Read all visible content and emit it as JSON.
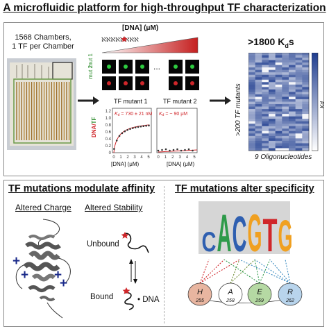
{
  "title": "A microfluidic platform for high-throughput TF characterization",
  "chip": {
    "line1": "1568 Chambers,",
    "line2": "1 TF per Chamber"
  },
  "dna_gradient_label": "[DNA] (μM)",
  "row_labels": {
    "mut1": "mut 1",
    "mut2": "mut 2"
  },
  "ellipsis": "...",
  "plot1": {
    "title": "TF mutant 1",
    "kd": "730 ± 21 nM",
    "xlabel": "[DNA] (μM)",
    "ylabel": "DNA/TF",
    "yticks": [
      "0",
      "0.2",
      "0.4",
      "0.6",
      "0.8",
      "1.0",
      "1.2"
    ],
    "xticks": [
      "0",
      "1",
      "2",
      "3",
      "4",
      "5"
    ]
  },
  "plot2": {
    "title": "TF mutant 2",
    "kd": "~ 90 μM",
    "xlabel": "[DNA] (μM)",
    "xticks": [
      "0",
      "1",
      "2",
      "3",
      "4",
      "5"
    ]
  },
  "kd_symbol": "K",
  "kd_sub": "d",
  "heatmap": {
    "title_prefix": ">1800 K",
    "title_sub": "d",
    "title_suffix": "s",
    "ylabel": ">200 TF mutants",
    "xlabel": "9 Oligonucleotides",
    "colorbar_label": "Kd",
    "colors": {
      "low": "#ffffff",
      "high": "#1f3d8f"
    }
  },
  "left_section": {
    "title": "TF mutations modulate affinity",
    "charge": "Altered Charge",
    "stability": "Altered Stability",
    "unbound": "Unbound",
    "bound": "Bound",
    "dna": "• DNA",
    "plus": "+"
  },
  "right_section": {
    "title": "TF mutations alter specificity",
    "logo": [
      "C",
      "A",
      "C",
      "G",
      "T",
      "G"
    ],
    "residues": [
      {
        "name": "H",
        "num": "255",
        "color": "#e8b5a0"
      },
      {
        "name": "A",
        "num": "258",
        "color": "#ffffff"
      },
      {
        "name": "E",
        "num": "259",
        "color": "#b5d9a3"
      },
      {
        "name": "R",
        "num": "262",
        "color": "#b8d4ec"
      }
    ]
  },
  "colors": {
    "red": "#d0262a",
    "green_dot": "#2ecc40",
    "blue_plus": "#1a2a8a"
  }
}
